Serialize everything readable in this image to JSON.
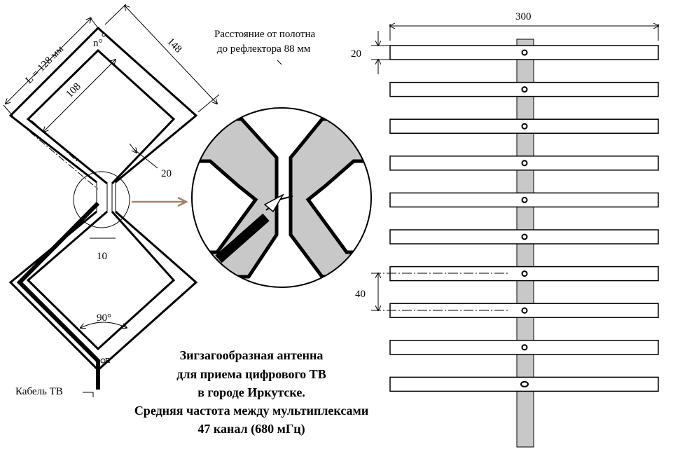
{
  "antenna": {
    "dim_L": "L = 128 мм",
    "dim_outer": "148",
    "dim_inner": "108",
    "dim_gap_width": "20",
    "dim_feed_gap": "10",
    "angle_label": "90°",
    "node_label_top": "n°",
    "node_label_bottom": "n",
    "cable_label": "Кабель ТВ"
  },
  "note": {
    "line1": "Расстояние от полотна",
    "line2": "до рефлектора 88 мм"
  },
  "reflector": {
    "width_label": "300",
    "bar_height_label": "20",
    "spacing_label": "40",
    "bar_count": 10
  },
  "title": {
    "line1": "Зигзагообразная антенна",
    "line2": "для приема цифрового ТВ",
    "line3": "в городе Иркутске.",
    "line4": "Средняя частота между мультиплексами",
    "line5": "47 канал (680 мГц)"
  },
  "colors": {
    "fill_gray": "#c8c8c8",
    "arrow_brown": "#a0826d",
    "line": "#000000"
  }
}
